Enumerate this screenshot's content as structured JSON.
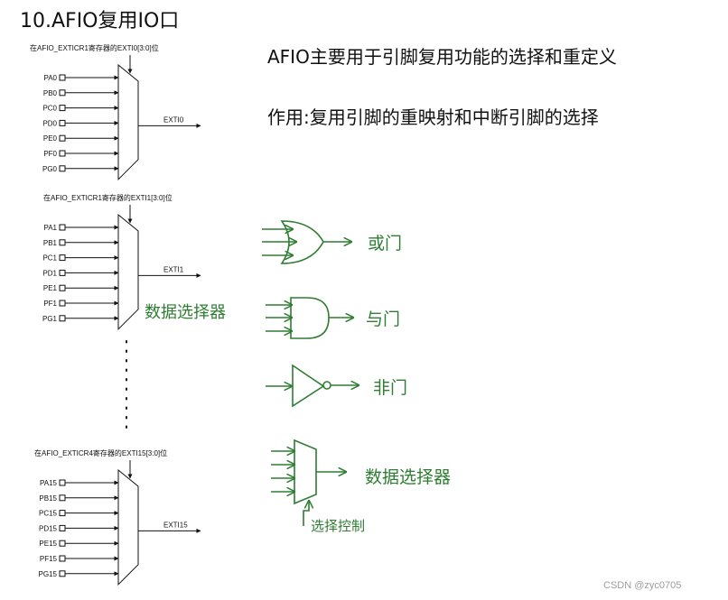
{
  "title": "10.AFIO复用IO口",
  "notes": {
    "line1": "AFIO主要用于引脚复用功能的选择和重定义",
    "line2": "作用:复用引脚的重映射和中断引脚的选择"
  },
  "muxes": [
    {
      "register": "在AFIO_EXTICR1寄存器的EXTI0[3:0]位",
      "pins": [
        "PA0",
        "PB0",
        "PC0",
        "PD0",
        "PE0",
        "PF0",
        "PG0"
      ],
      "output": "EXTI0"
    },
    {
      "register": "在AFIO_EXTICR1寄存器的EXTI1[3:0]位",
      "pins": [
        "PA1",
        "PB1",
        "PC1",
        "PD1",
        "PE1",
        "PF1",
        "PG1"
      ],
      "output": "EXTI1"
    },
    {
      "register": "在AFIO_EXTICR4寄存器的EXTI15[3:0]位",
      "pins": [
        "PA15",
        "PB15",
        "PC15",
        "PD15",
        "PE15",
        "PF15",
        "PG15"
      ],
      "output": "EXTI15"
    }
  ],
  "annotations": {
    "mux_label": "数据选择器",
    "or_gate": "或门",
    "and_gate": "与门",
    "not_gate": "非门",
    "mux_gate": "数据选择器",
    "select_control": "选择控制"
  },
  "watermark": "CSDN @zyc0705",
  "colors": {
    "ink": "#111111",
    "annotation": "#2e7d32",
    "watermark": "#9e9e9e"
  }
}
